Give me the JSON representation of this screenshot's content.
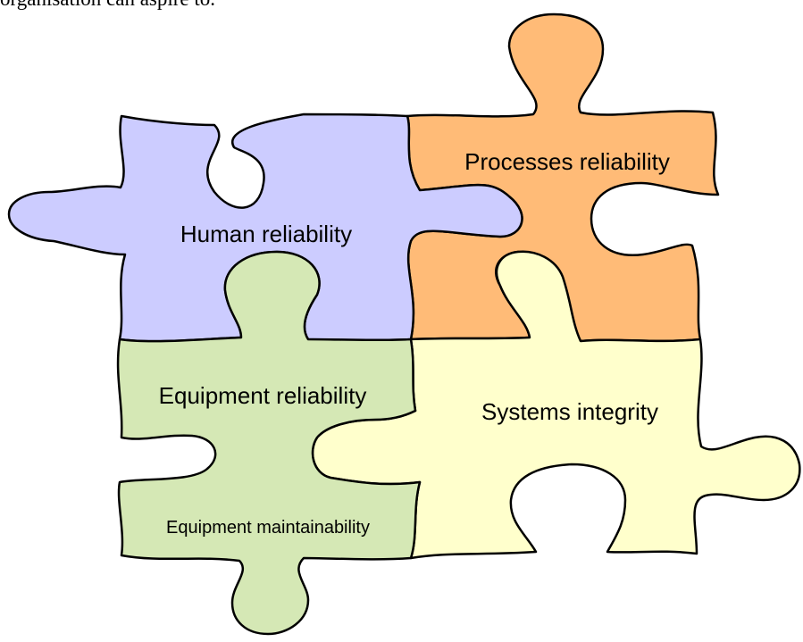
{
  "top_text": "organisation can aspire to.",
  "pieces": {
    "human": {
      "label": "Human reliability",
      "color": "#ccccff"
    },
    "processes": {
      "label": "Processes reliability",
      "color": "#ffbb77"
    },
    "equipment": {
      "label": "Equipment reliability",
      "sublabel": "Equipment maintainability",
      "color": "#d5e8b5"
    },
    "systems": {
      "label": "Systems integrity",
      "color": "#ffffcc"
    }
  }
}
